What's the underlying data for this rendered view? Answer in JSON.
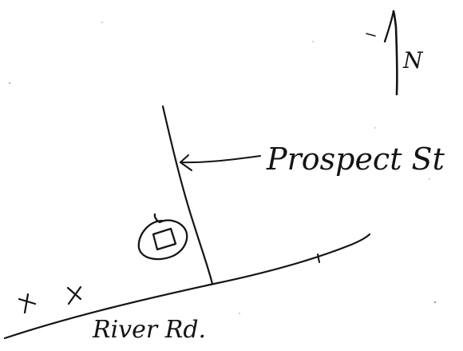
{
  "map": {
    "north_label": "N",
    "street_labels": {
      "prospect": "Prospect St",
      "river": "River Rd."
    },
    "marker_symbols": {
      "cross": "x"
    },
    "ink_color": "#141414",
    "paper_color": "#ffffff"
  }
}
